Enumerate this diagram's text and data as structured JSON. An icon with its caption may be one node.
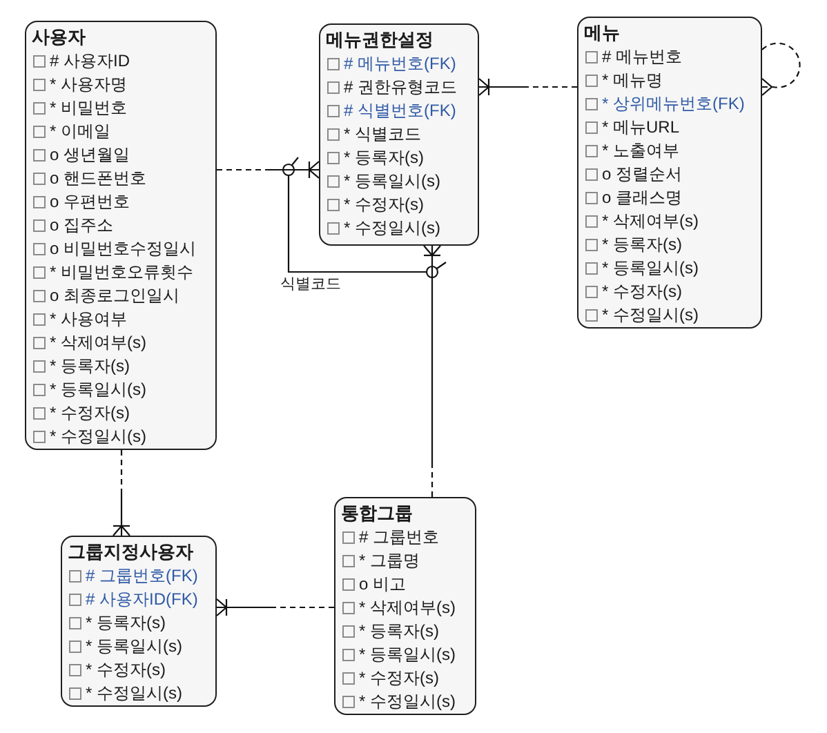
{
  "diagram": {
    "nodes": [
      {
        "text": [
          "사용자",
          "# 사용자ID",
          "* 사용자명",
          "* 비밀번호",
          "* 이메일",
          "o 생년월일",
          "o 핸드폰번호",
          "o 우편번호",
          "o 집주소",
          "o 비밀번호수정일시",
          "* 비밀번호오류횟수",
          "o 최종로그인일시",
          "* 사용여부",
          "* 삭제여부(s)",
          "* 등록자(s)",
          "* 등록일시(s)",
          "* 수정자(s)",
          "* 수정일시(s)"
        ]
      },
      {
        "text": [
          "메뉴권한설정",
          "# 메뉴번호(FK)",
          "# 권한유형코드",
          "# 식별번호(FK)",
          "* 식별코드",
          "* 등록자(s)",
          "* 등록일시(s)",
          "* 수정자(s)",
          "* 수정일시(s)"
        ]
      },
      {
        "text": [
          "메뉴",
          "# 메뉴번호",
          "* 메뉴명",
          "* 상위메뉴번호(FK)",
          "* 메뉴URL",
          "* 노출여부",
          "o 정렬순서",
          "o 클래스명",
          "* 삭제여부(s)",
          "* 등록자(s)",
          "* 등록일시(s)",
          "* 수정자(s)",
          "* 수정일시(s)"
        ]
      },
      {
        "text": [
          "통합그룹",
          "# 그룹번호",
          "* 그룹명",
          "o 비고",
          "* 삭제여부(s)",
          "* 등록자(s)",
          "* 등록일시(s)",
          "* 수정자(s)",
          "* 수정일시(s)"
        ]
      },
      {
        "text": [
          "그룹지정사용자",
          "# 그룹번호(FK)",
          "# 사용자ID(FK)",
          "* 등록자(s)",
          "* 등록일시(s)",
          "* 수정자(s)",
          "* 수정일시(s)"
        ]
      }
    ],
    "edges": [
      {
        "from": 0,
        "to": 1,
        "arrow": "other"
      },
      {
        "from": 2,
        "to": 1,
        "arrow": "other"
      },
      {
        "from": 2,
        "to": 2,
        "arrow": "other"
      },
      {
        "from": 3,
        "to": 1,
        "arrow": "other"
      },
      {
        "from": 0,
        "to": 4,
        "arrow": "other"
      },
      {
        "from": 3,
        "to": 4,
        "arrow": "other"
      }
    ],
    "labels": [
      "식별코드"
    ]
  }
}
